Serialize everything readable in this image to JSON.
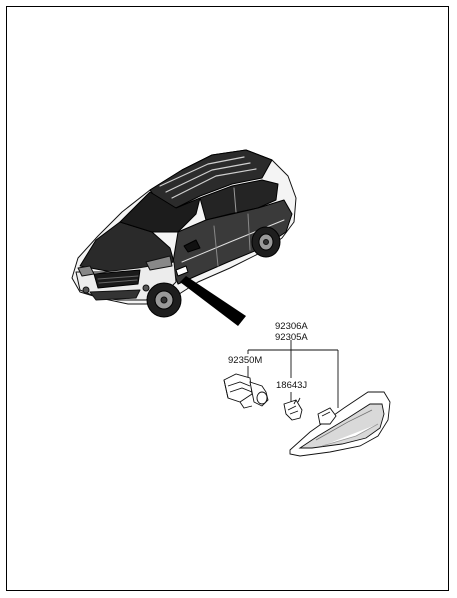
{
  "parts": {
    "assembly_rh": "92306A",
    "assembly_lh": "92305A",
    "socket": "92350M",
    "bulb": "18643J"
  }
}
